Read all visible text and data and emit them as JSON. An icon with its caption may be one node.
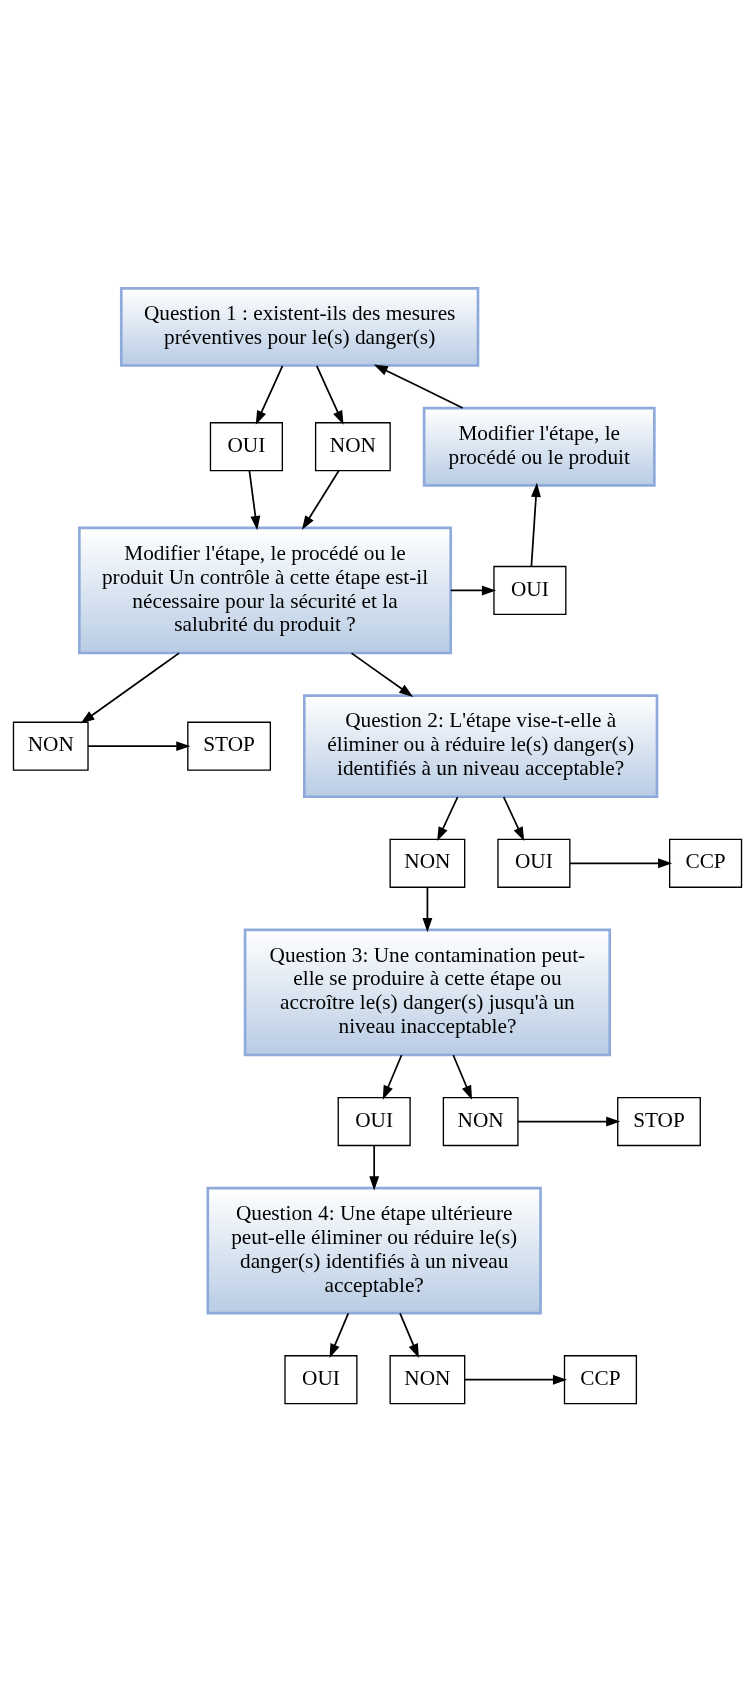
{
  "diagram": {
    "nodes": [
      {
        "text": [
          "Question 1 : existent-ils des mesures préventives pour le(s) danger(s)"
        ]
      },
      {
        "text": [
          "OUI"
        ]
      },
      {
        "text": [
          "NON"
        ]
      },
      {
        "text": [
          "Modifier l'étape, le procédé ou le produit"
        ]
      },
      {
        "text": [
          "Modifier l'étape, le procédé ou le produit Un contrôle à cette étape est-il nécessaire pour la sécurité et la salubrité du produit ?"
        ]
      },
      {
        "text": [
          "OUI"
        ]
      },
      {
        "text": [
          "NON"
        ]
      },
      {
        "text": [
          "STOP"
        ]
      },
      {
        "text": [
          "Question 2: L'étape vise-t-elle à éliminer ou à réduire le(s) danger(s) identifiés à un niveau acceptable?"
        ]
      },
      {
        "text": [
          "NON"
        ]
      },
      {
        "text": [
          "OUI"
        ]
      },
      {
        "text": [
          "CCP"
        ]
      },
      {
        "text": [
          "Question 3: Une contamination peut-elle se produire à cette étape ou accroître le(s) danger(s) jusqu'à un niveau inacceptable?"
        ]
      },
      {
        "text": [
          "OUI"
        ]
      },
      {
        "text": [
          "NON"
        ]
      },
      {
        "text": [
          "STOP"
        ]
      },
      {
        "text": [
          "Question 4: Une étape ultérieure peut-elle éliminer ou réduire le(s) danger(s) identifiés à un niveau acceptable?"
        ]
      },
      {
        "text": [
          "OUI"
        ]
      },
      {
        "text": [
          "NON"
        ]
      },
      {
        "text": [
          "CCP"
        ]
      }
    ],
    "edges": [
      {
        "from": 0,
        "to": 1,
        "arrow": "to"
      },
      {
        "from": 0,
        "to": 2,
        "arrow": "to"
      },
      {
        "from": 1,
        "to": 4,
        "arrow": "to"
      },
      {
        "from": 2,
        "to": 4,
        "arrow": "to"
      },
      {
        "from": 4,
        "to": 5,
        "arrow": "to"
      },
      {
        "from": 5,
        "to": 3,
        "arrow": "to"
      },
      {
        "from": 3,
        "to": 0,
        "arrow": "to"
      },
      {
        "from": 4,
        "to": 6,
        "arrow": "to"
      },
      {
        "from": 6,
        "to": 7,
        "arrow": "to"
      },
      {
        "from": 4,
        "to": 8,
        "arrow": "to"
      },
      {
        "from": 8,
        "to": 9,
        "arrow": "to"
      },
      {
        "from": 8,
        "to": 10,
        "arrow": "to"
      },
      {
        "from": 10,
        "to": 11,
        "arrow": "to"
      },
      {
        "from": 9,
        "to": 12,
        "arrow": "to"
      },
      {
        "from": 12,
        "to": 13,
        "arrow": "to"
      },
      {
        "from": 12,
        "to": 14,
        "arrow": "to"
      },
      {
        "from": 14,
        "to": 15,
        "arrow": "to"
      },
      {
        "from": 13,
        "to": 16,
        "arrow": "to"
      },
      {
        "from": 16,
        "to": 17,
        "arrow": "to"
      },
      {
        "from": 16,
        "to": 18,
        "arrow": "to"
      },
      {
        "from": 18,
        "to": 19,
        "arrow": "to"
      }
    ]
  }
}
